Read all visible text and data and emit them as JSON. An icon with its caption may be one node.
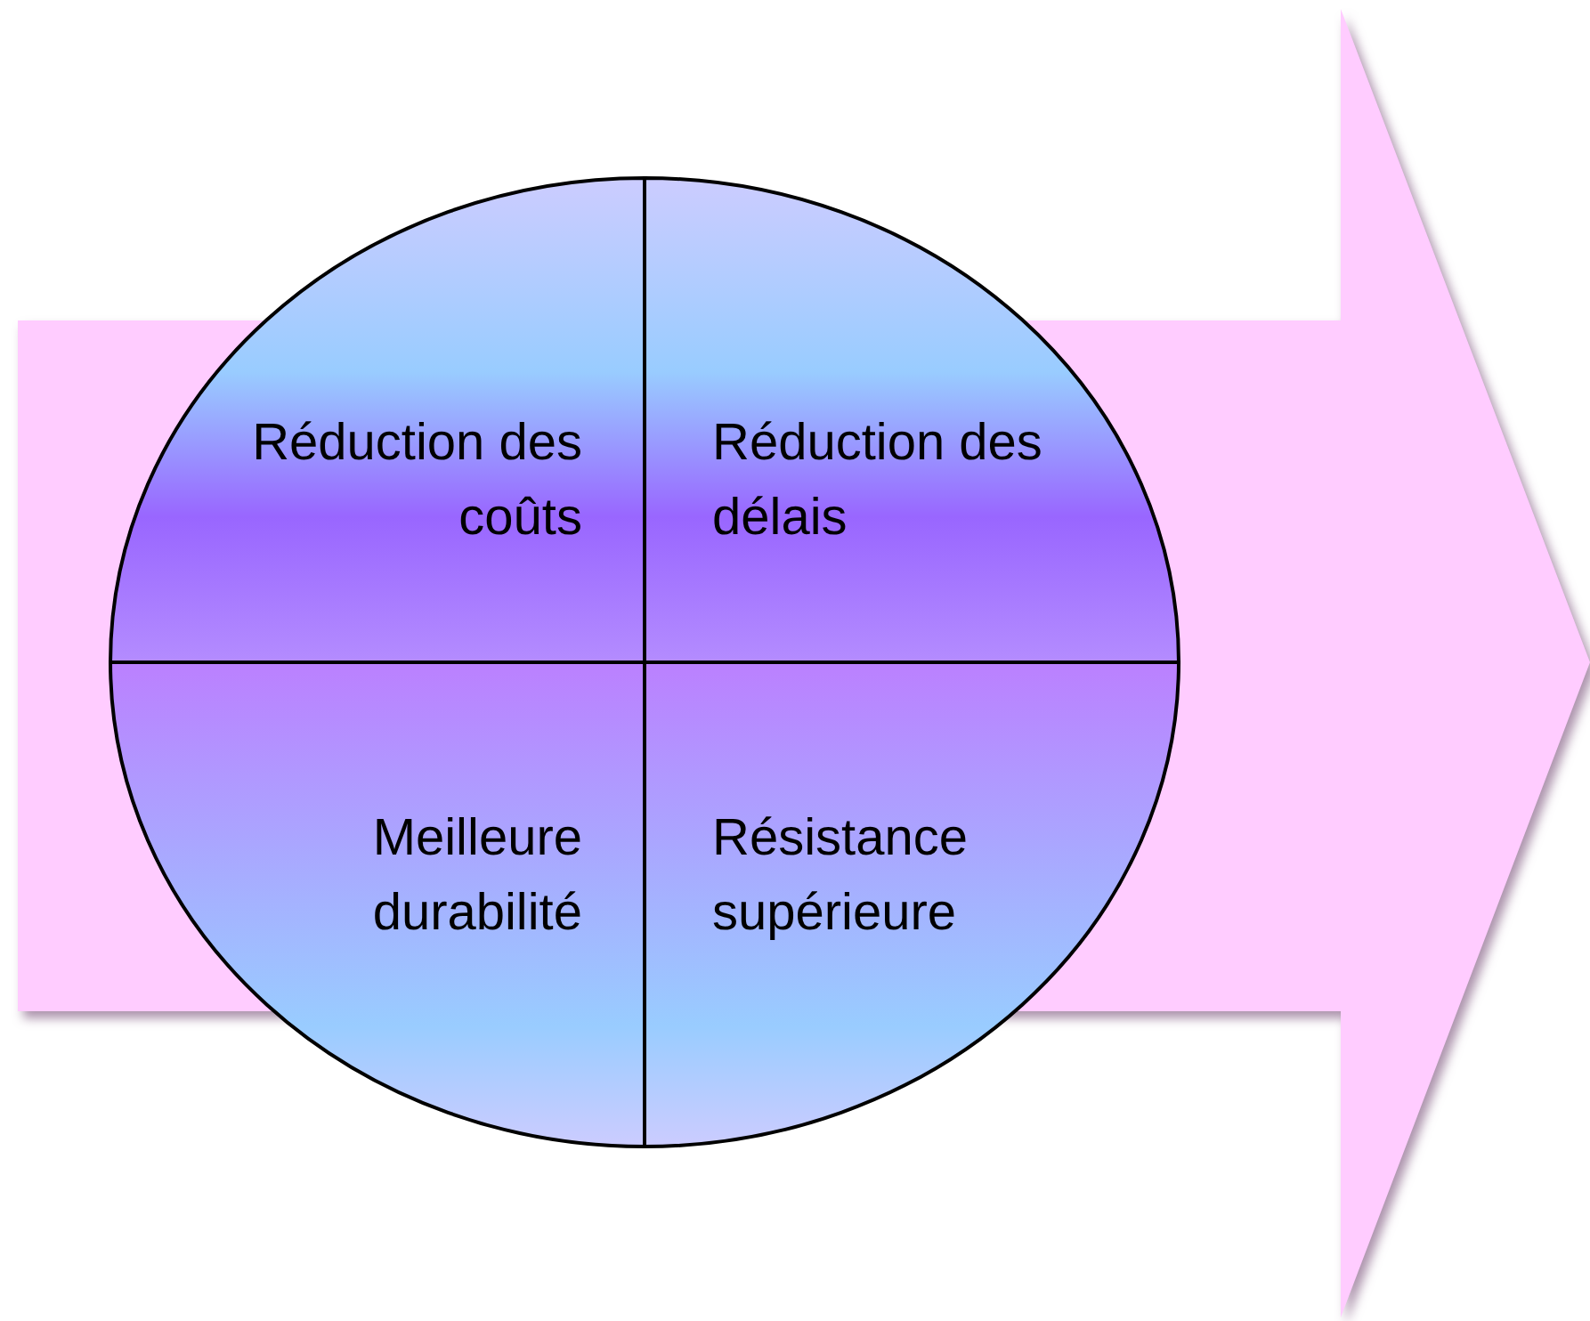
{
  "diagram": {
    "nodes": [
      {
        "text": [
          "Réduction des coûts"
        ]
      },
      {
        "text": [
          "Réduction des délais"
        ]
      },
      {
        "text": [
          "Meilleure durabilité"
        ]
      },
      {
        "text": [
          "Résistance supérieure"
        ]
      }
    ]
  }
}
